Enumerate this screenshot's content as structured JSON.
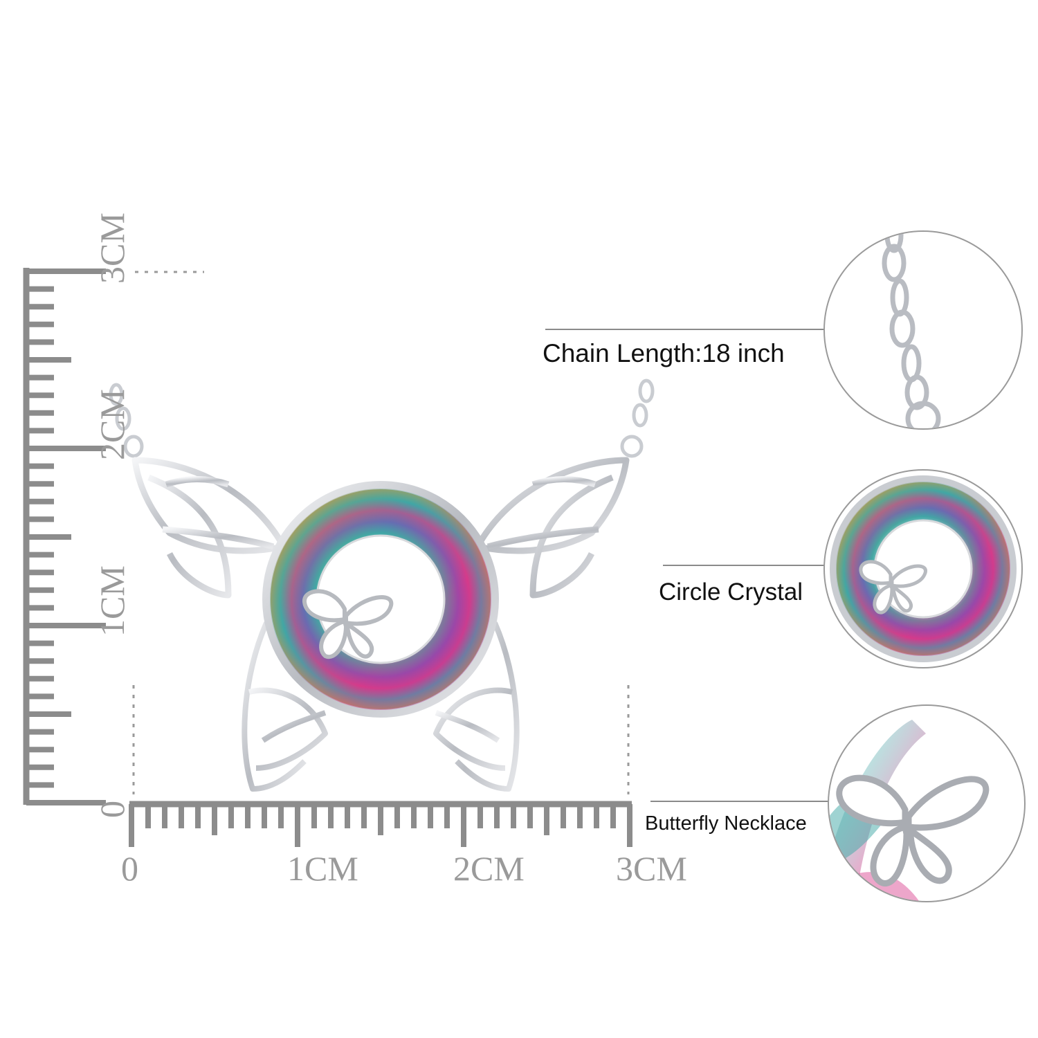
{
  "ruler": {
    "horizontal_labels": [
      "0",
      "1CM",
      "2CM",
      "3CM"
    ],
    "vertical_labels": [
      "0",
      "1CM",
      "2CM",
      "3CM"
    ]
  },
  "callouts": {
    "chain": "Chain Length:18 inch",
    "crystal": "Circle Crystal",
    "butterfly": "Butterfly Necklace"
  },
  "colors": {
    "ruler": "#8c8c8c",
    "silver": "#c9ccd1",
    "crystal_pink": "#d63a8a",
    "crystal_teal": "#3fa7a6",
    "crystal_amber": "#d79b3c",
    "crystal_violet": "#7a4fb8"
  }
}
